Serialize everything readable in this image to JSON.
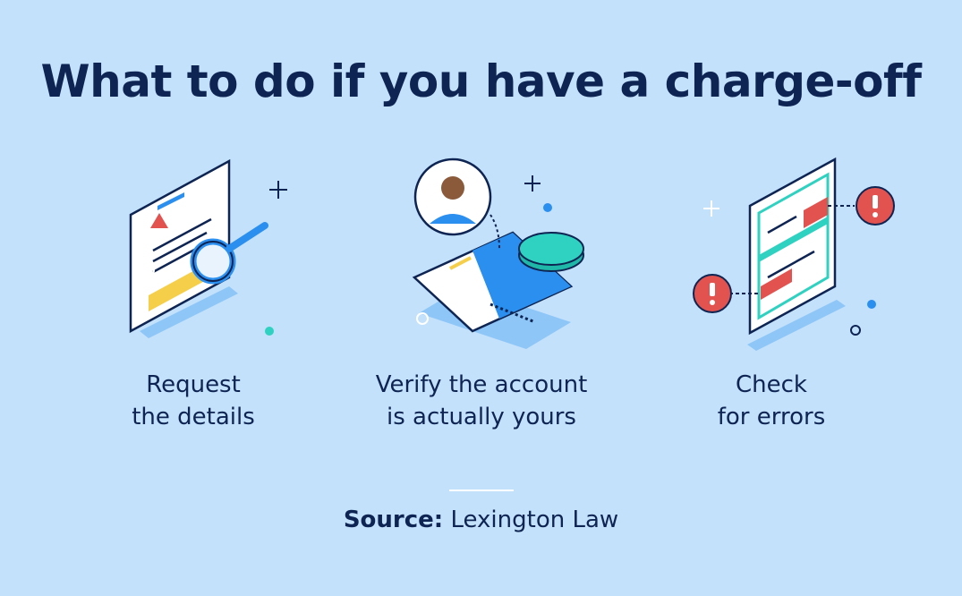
{
  "title": "What to do if you have a charge-off",
  "steps": [
    {
      "line1": "Request",
      "line2": "the details",
      "icon": "document-magnifier-icon"
    },
    {
      "line1": "Verify the account",
      "line2": "is actually yours",
      "icon": "credit-card-verify-icon"
    },
    {
      "line1": "Check",
      "line2": "for errors",
      "icon": "document-errors-icon"
    }
  ],
  "source": {
    "label": "Source:",
    "value": "Lexington Law"
  },
  "colors": {
    "background": "#c3e1fb",
    "navy": "#0e2452",
    "teal": "#2fd1c0",
    "red": "#e2524f",
    "blue": "#2b8ff0",
    "yellow": "#f5cf4a"
  }
}
